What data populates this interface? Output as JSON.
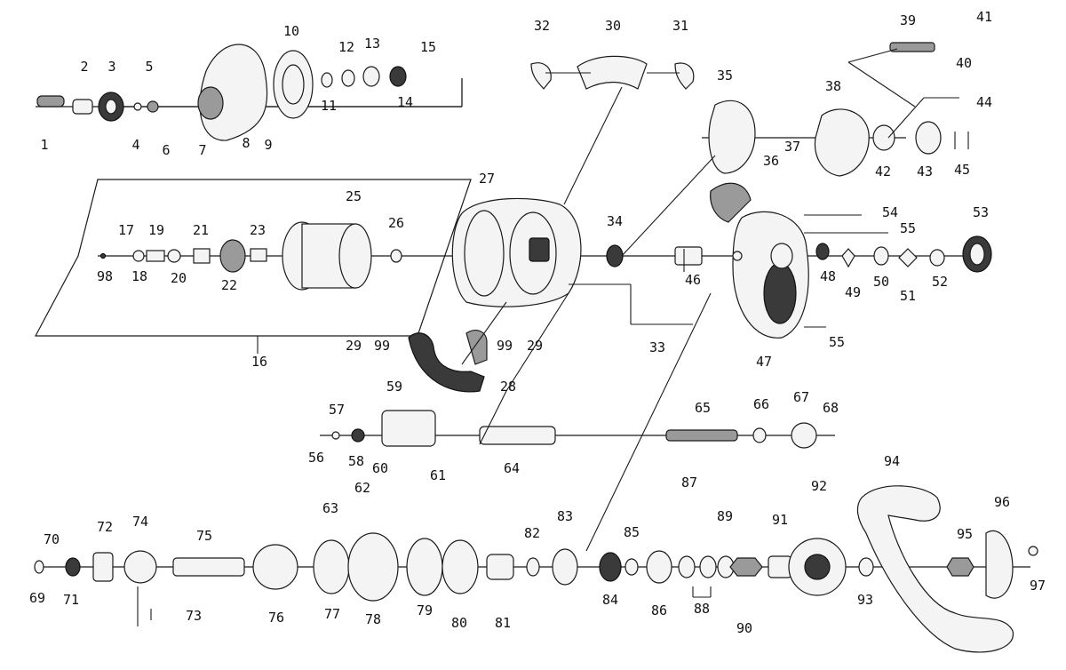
{
  "diagram": {
    "type": "exploded-parts-diagram",
    "callouts": [
      "1",
      "2",
      "3",
      "4",
      "5",
      "6",
      "7",
      "8",
      "9",
      "10",
      "11",
      "12",
      "13",
      "14",
      "15",
      "16",
      "17",
      "18",
      "19",
      "20",
      "21",
      "22",
      "23",
      "25",
      "26",
      "27",
      "28",
      "29",
      "30",
      "31",
      "32",
      "33",
      "34",
      "35",
      "36",
      "37",
      "38",
      "39",
      "40",
      "41",
      "42",
      "43",
      "44",
      "45",
      "46",
      "47",
      "48",
      "49",
      "50",
      "51",
      "52",
      "53",
      "54",
      "55",
      "56",
      "57",
      "58",
      "59",
      "60",
      "61",
      "62",
      "63",
      "64",
      "65",
      "66",
      "67",
      "68",
      "69",
      "70",
      "71",
      "72",
      "73",
      "74",
      "75",
      "76",
      "77",
      "78",
      "79",
      "80",
      "81",
      "82",
      "83",
      "84",
      "85",
      "86",
      "87",
      "88",
      "89",
      "90",
      "91",
      "92",
      "93",
      "94",
      "95",
      "96",
      "97",
      "98",
      "99"
    ]
  }
}
